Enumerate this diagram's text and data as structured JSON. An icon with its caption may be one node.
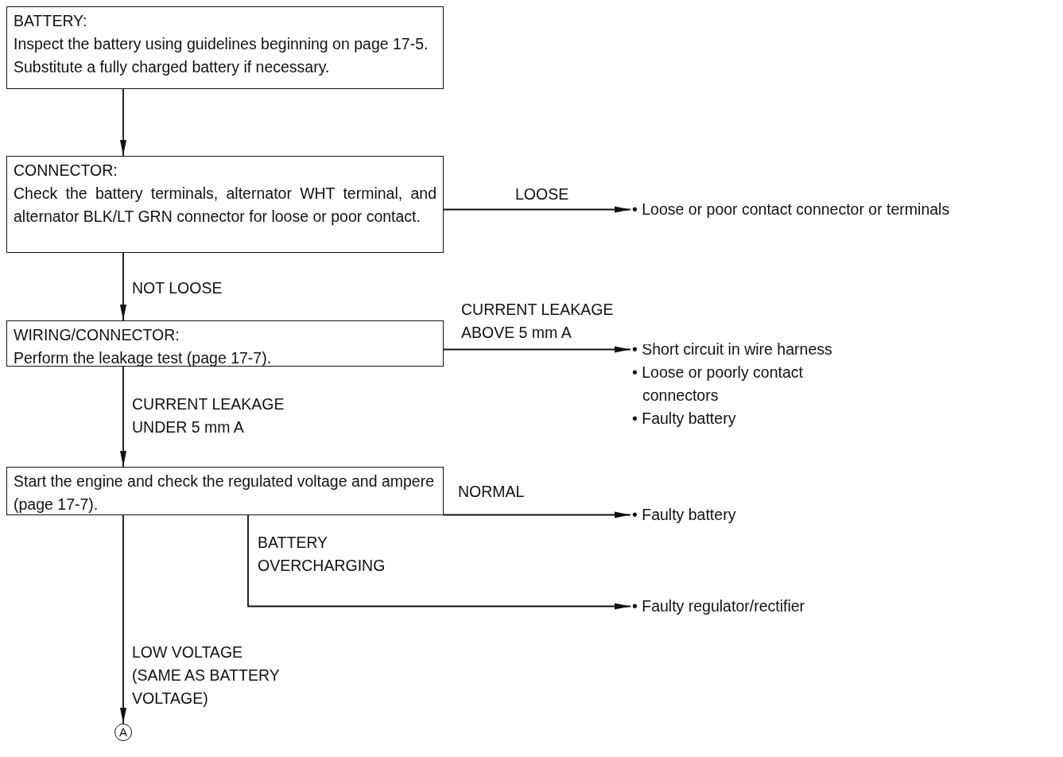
{
  "diagram": {
    "nodes": [
      {
        "text": [
          "BATTERY:",
          "Inspect the battery using guidelines beginning on page 17-5.",
          "Substitute a fully charged battery if necessary."
        ]
      },
      {
        "text": [
          "CONNECTOR:",
          "Check the battery terminals, alternator WHT terminal, and alternator BLK/LT GRN connector for loose or poor contact."
        ]
      },
      {
        "text": [
          "• Loose or poor contact connector or terminals"
        ]
      },
      {
        "text": [
          "WIRING/CONNECTOR:",
          "Perform the leakage test (page 17-7)."
        ]
      },
      {
        "text": [
          "• Short circuit in wire harness",
          "• Loose or poorly contact connectors",
          "• Faulty battery"
        ]
      },
      {
        "text": [
          "Start the engine and check the regulated voltage and ampere (page 17-7)."
        ]
      },
      {
        "text": [
          "• Faulty battery"
        ]
      },
      {
        "text": [
          "• Faulty regulator/rectifier"
        ]
      },
      {
        "text": [
          "A"
        ]
      }
    ],
    "edges": [
      {
        "from": 0,
        "to": 1,
        "arrow": "to"
      },
      {
        "from": 1,
        "to": 2,
        "arrow": "to",
        "label": "LOOSE"
      },
      {
        "from": 1,
        "to": 3,
        "arrow": "to",
        "label": "NOT LOOSE"
      },
      {
        "from": 3,
        "to": 4,
        "arrow": "to",
        "label": "CURRENT LEAKAGE ABOVE 5 mm A"
      },
      {
        "from": 3,
        "to": 5,
        "arrow": "to",
        "label": "CURRENT LEAKAGE UNDER 5 mm A"
      },
      {
        "from": 5,
        "to": 6,
        "arrow": "to",
        "label": "NORMAL"
      },
      {
        "from": 5,
        "to": 7,
        "arrow": "to",
        "label": "BATTERY OVERCHARGING"
      },
      {
        "from": 5,
        "to": 8,
        "arrow": "to",
        "label": "LOW VOLTAGE (SAME AS BATTERY VOLTAGE)"
      }
    ]
  }
}
